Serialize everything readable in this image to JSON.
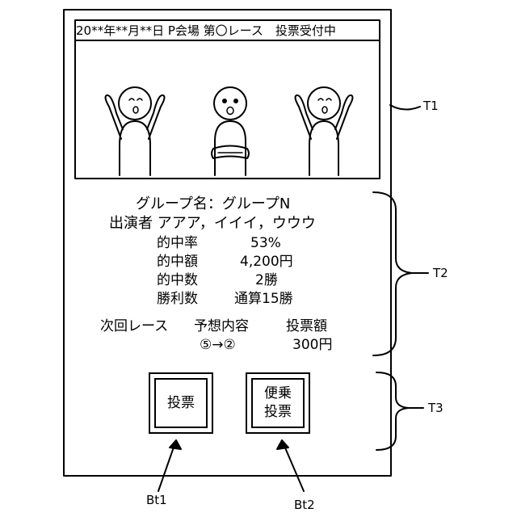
{
  "header": {
    "title": "20**年**月**日 P会場 第〇レース　投票受付中"
  },
  "info": {
    "group_line": "グループ名：グループN",
    "performers_line": "出演者 アアア，イイイ，ウウウ",
    "stats": [
      {
        "label": "的中率",
        "value": "53%"
      },
      {
        "label": "的中額",
        "value": "4,200円"
      },
      {
        "label": "的中数",
        "value": "2勝"
      },
      {
        "label": "勝利数",
        "value": "通算15勝"
      }
    ],
    "next_race": {
      "label": "次回レース",
      "prediction_header": "予想内容",
      "amount_header": "投票額",
      "prediction": "⑤→②",
      "amount": "300円"
    }
  },
  "buttons": {
    "vote": {
      "label": "投票"
    },
    "ride_vote": {
      "line1": "便乗",
      "line2": "投票"
    }
  },
  "reference_labels": {
    "t1": "T1",
    "t2": "T2",
    "t3": "T3",
    "bt1": "Bt1",
    "bt2": "Bt2"
  }
}
